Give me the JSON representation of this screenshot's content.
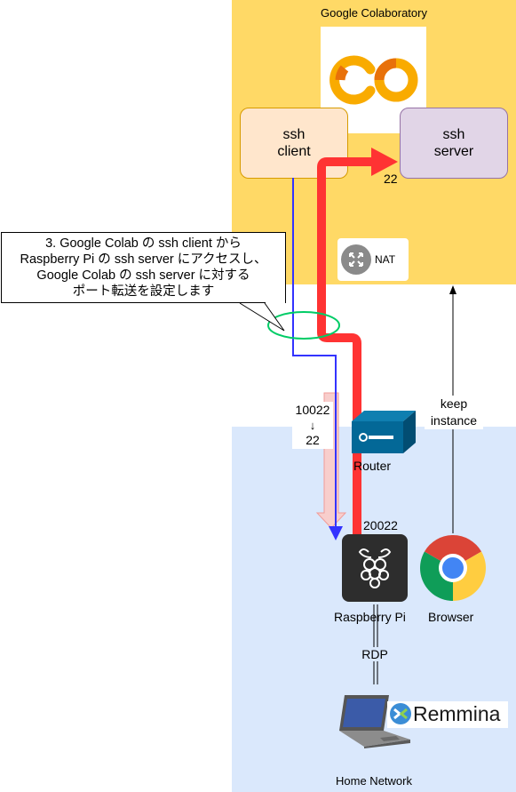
{
  "zones": {
    "colab_title": "Google Colaboratory",
    "home_title": "Home Network"
  },
  "colab_logo_text": "CO",
  "nodes": {
    "ssh_client": "ssh\nclient",
    "ssh_server": "ssh\nserver",
    "nat": "NAT",
    "router": "Router",
    "raspberry_pi": "Raspberry Pi",
    "browser": "Browser",
    "remmina": "Remmina"
  },
  "ports": {
    "server_port": "22",
    "pi_port": "20022",
    "forward_from": "10022",
    "forward_arrow": "↓",
    "forward_to": "22"
  },
  "links": {
    "keep_instance": "keep\ninstance",
    "rdp": "RDP"
  },
  "callout": {
    "text": "3. Google Colab の ssh client から\nRaspberry Pi の ssh server にアクセスし、\nGoogle Colab の ssh server に対する\nポート転送を設定します"
  },
  "colors": {
    "colab_bg": "#ffd966",
    "home_bg": "#dae8fc",
    "ssh_client_fill": "#ffe6cc",
    "ssh_server_fill": "#e1d5e7",
    "tunnel_red": "#ff3333",
    "blue_line": "#3333ff",
    "green_ellipse": "#00cc66",
    "router_blue": "#036897"
  }
}
